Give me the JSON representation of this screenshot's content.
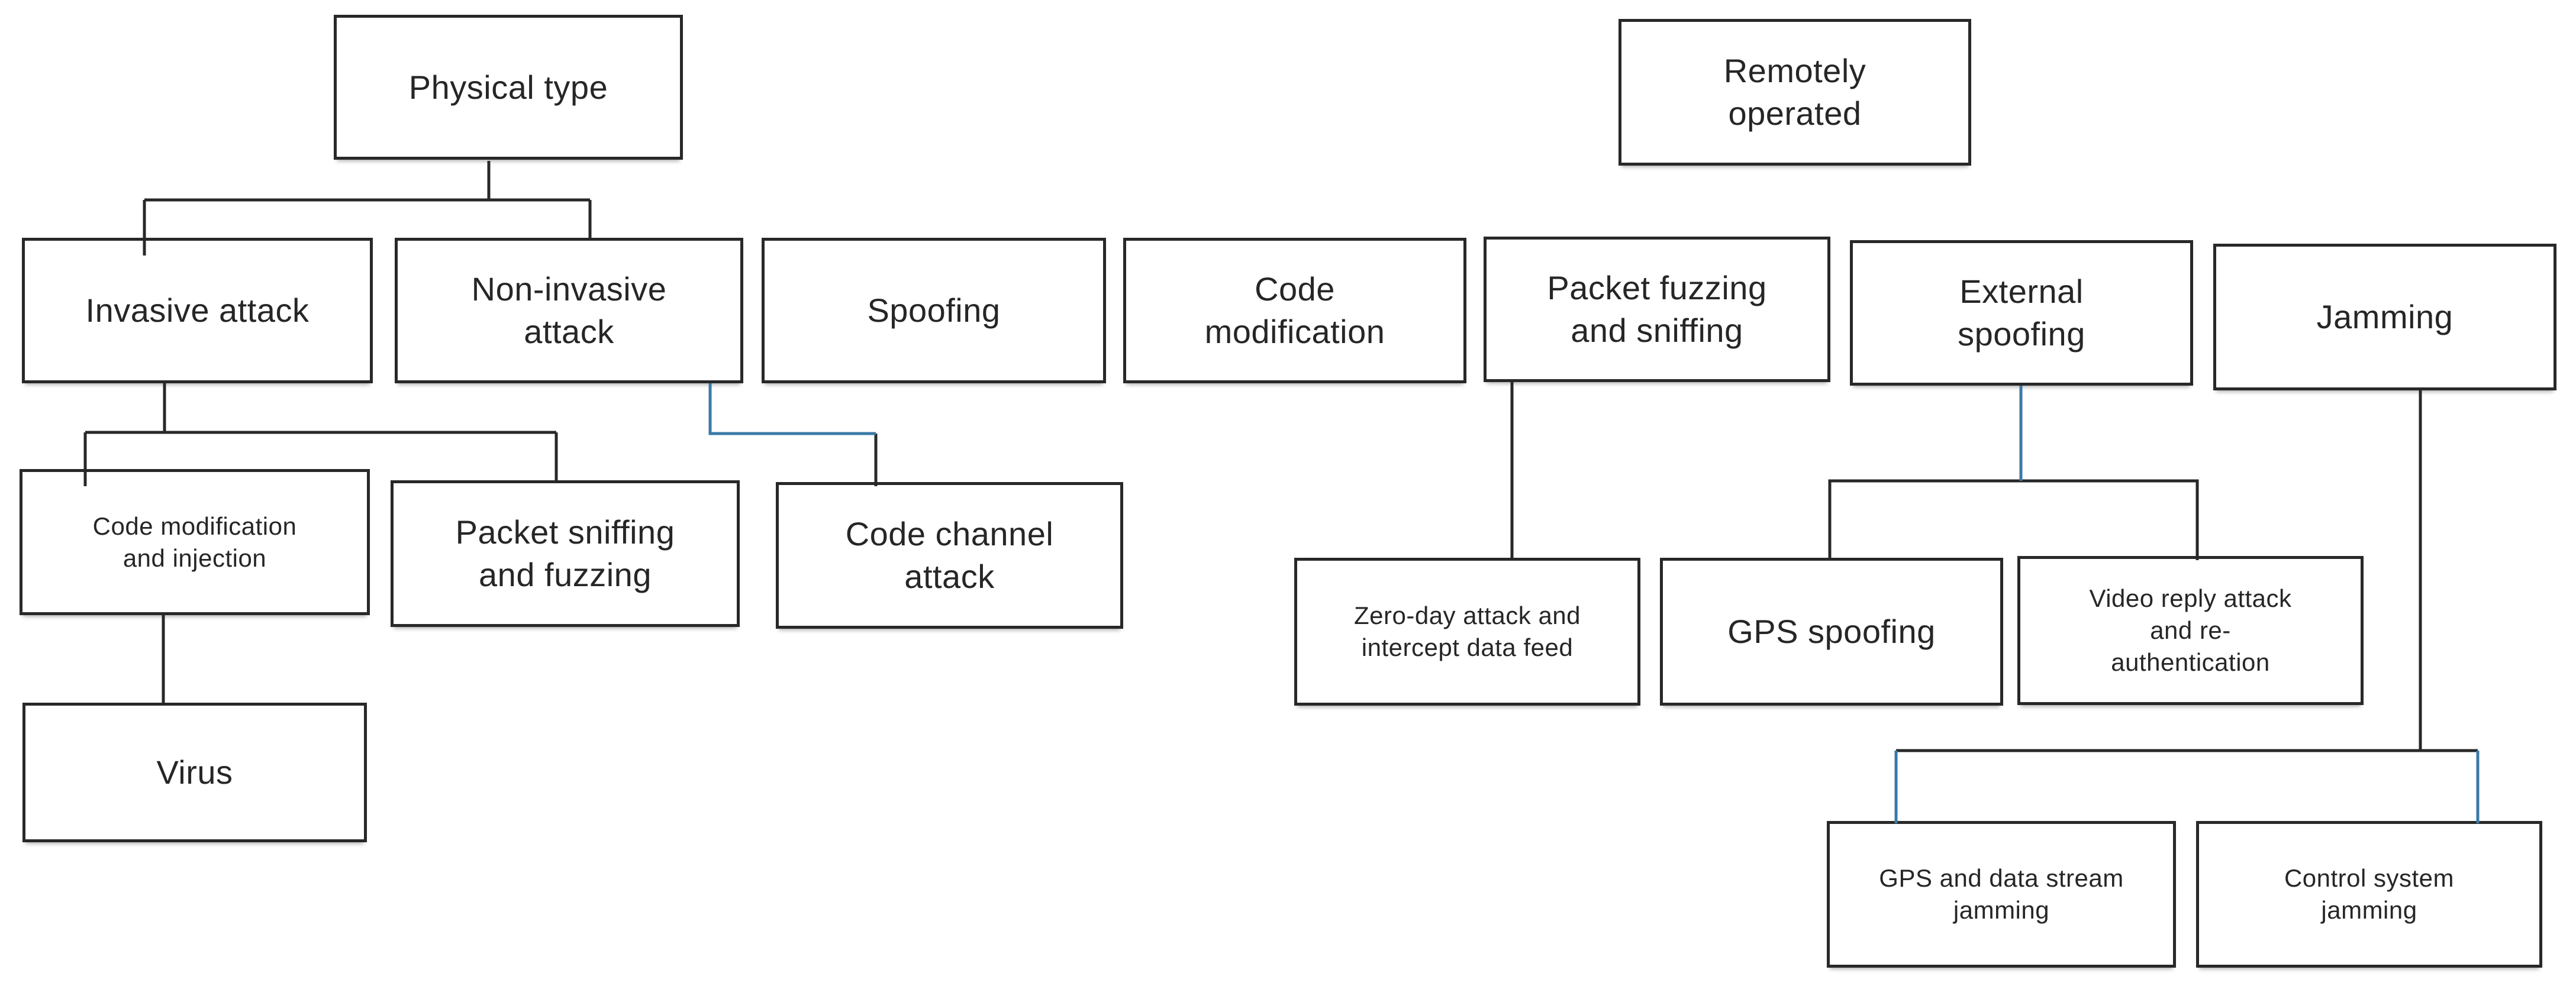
{
  "diagram": {
    "colors": {
      "background": "#ffffff",
      "box_fill": "#ffffff",
      "box_border": "#282828",
      "text": "#262626",
      "connector_black": "#282828",
      "connector_blue": "#3a7aa6"
    },
    "nodes": {
      "physical_type": {
        "label": "Physical type"
      },
      "remotely_operated": {
        "label": "Remotely operated"
      },
      "invasive_attack": {
        "label": "Invasive attack"
      },
      "non_invasive_attack": {
        "label": "Non-invasive attack"
      },
      "spoofing": {
        "label": "Spoofing"
      },
      "code_modification": {
        "label": "Code modification"
      },
      "packet_fuzzing_sniffing": {
        "label": "Packet fuzzing and sniffing"
      },
      "external_spoofing": {
        "label": "External spoofing"
      },
      "jamming": {
        "label": "Jamming"
      },
      "code_modification_injection": {
        "label": "Code modification and injection"
      },
      "packet_sniffing_fuzzing": {
        "label": "Packet sniffing and fuzzing"
      },
      "code_channel_attack": {
        "label": "Code channel attack"
      },
      "zero_day": {
        "label": "Zero-day attack and intercept data feed"
      },
      "gps_spoofing": {
        "label": "GPS spoofing"
      },
      "video_reply": {
        "label": "Video reply attack and re-authentication"
      },
      "virus": {
        "label": "Virus"
      },
      "gps_data_stream_jamming": {
        "label": "GPS and data stream jamming"
      },
      "control_system_jamming": {
        "label": "Control system jamming"
      }
    },
    "edges": [
      {
        "from": "physical_type",
        "to": "invasive_attack"
      },
      {
        "from": "physical_type",
        "to": "non_invasive_attack"
      },
      {
        "from": "invasive_attack",
        "to": "code_modification_injection"
      },
      {
        "from": "invasive_attack",
        "to": "packet_sniffing_fuzzing"
      },
      {
        "from": "non_invasive_attack",
        "to": "code_channel_attack"
      },
      {
        "from": "code_modification_injection",
        "to": "virus"
      },
      {
        "from": "packet_fuzzing_sniffing",
        "to": "zero_day"
      },
      {
        "from": "external_spoofing",
        "to": "gps_spoofing"
      },
      {
        "from": "external_spoofing",
        "to": "video_reply"
      },
      {
        "from": "jamming",
        "to": "gps_data_stream_jamming"
      },
      {
        "from": "jamming",
        "to": "control_system_jamming"
      }
    ]
  }
}
